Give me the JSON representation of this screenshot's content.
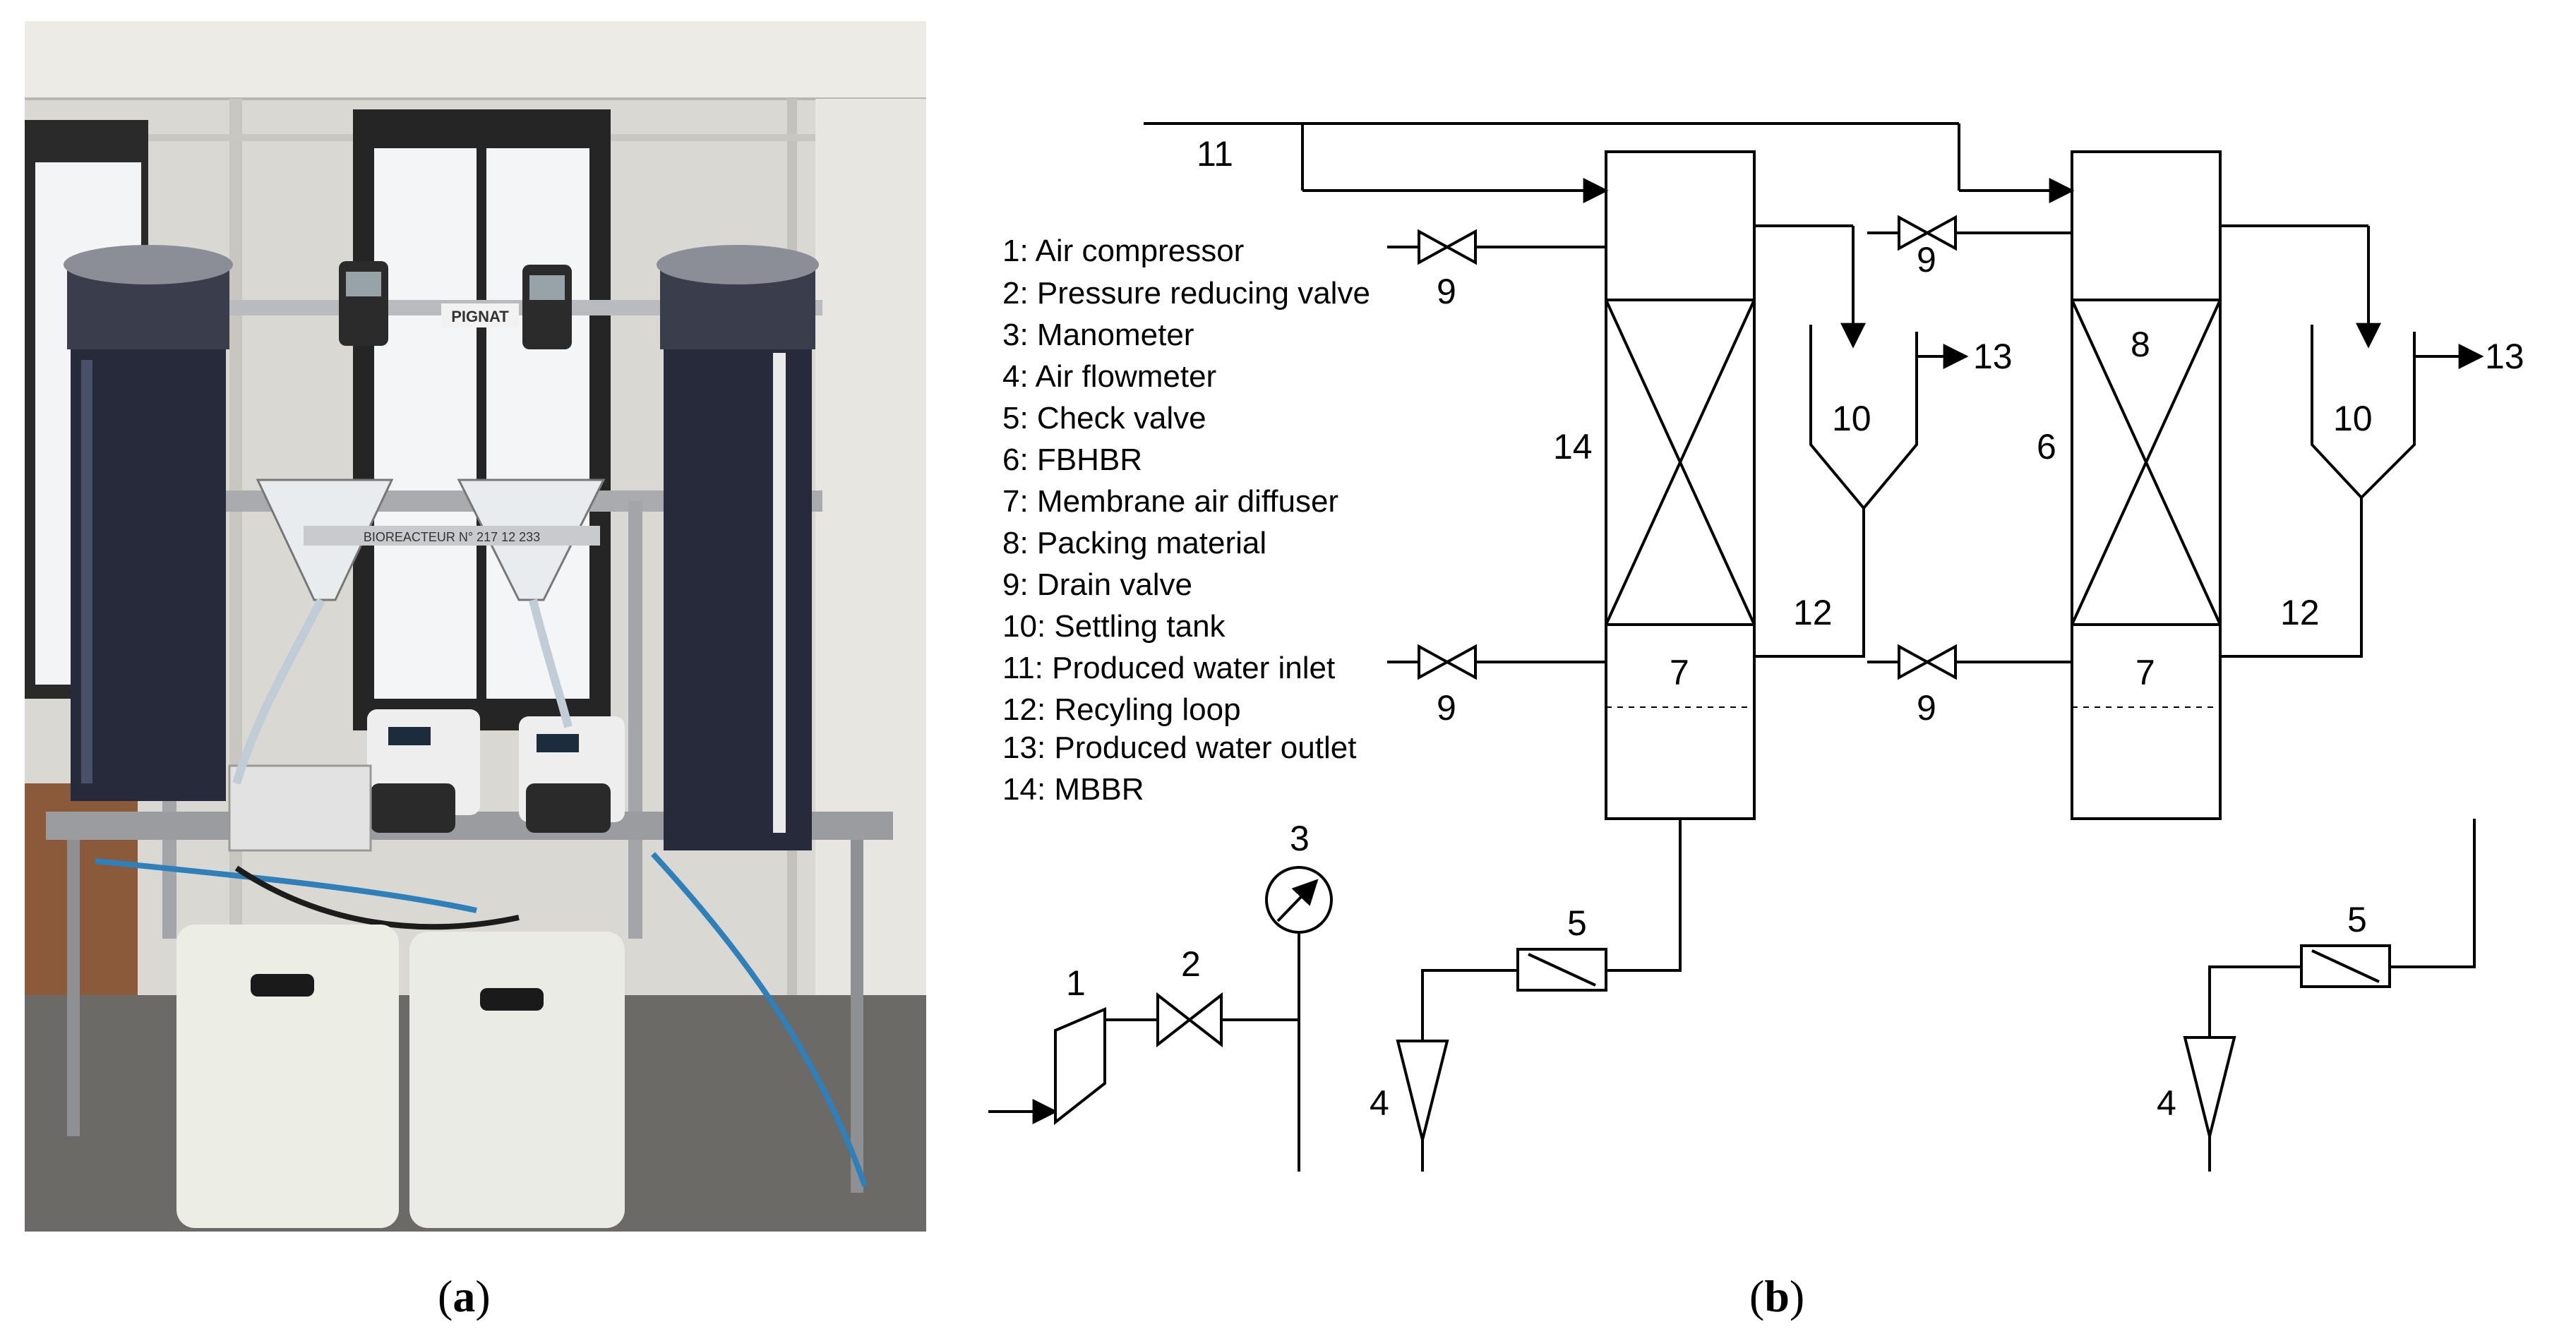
{
  "captions": {
    "a": "a",
    "b": "b"
  },
  "legend": [
    "1: Air compressor",
    "2: Pressure reducing valve",
    "3: Manometer",
    "4: Air flowmeter",
    "5: Check valve",
    "6: FBHBR",
    "7: Membrane air diffuser",
    "8: Packing material",
    "9: Drain valve",
    "10: Settling tank",
    "11: Produced water inlet",
    "12: Recyling loop",
    "13: Produced water outlet",
    "14: MBBR"
  ],
  "photo_labels": {
    "brand": "PIGNAT",
    "plate": "BIOREACTEUR N° 217 12 233"
  },
  "numbers": {
    "n1": "1",
    "n2": "2",
    "n3": "3",
    "n4": "4",
    "n5": "5",
    "n6": "6",
    "n7": "7",
    "n8": "8",
    "n9": "9",
    "n10": "10",
    "n11": "11",
    "n12": "12",
    "n13": "13",
    "n14": "14"
  }
}
